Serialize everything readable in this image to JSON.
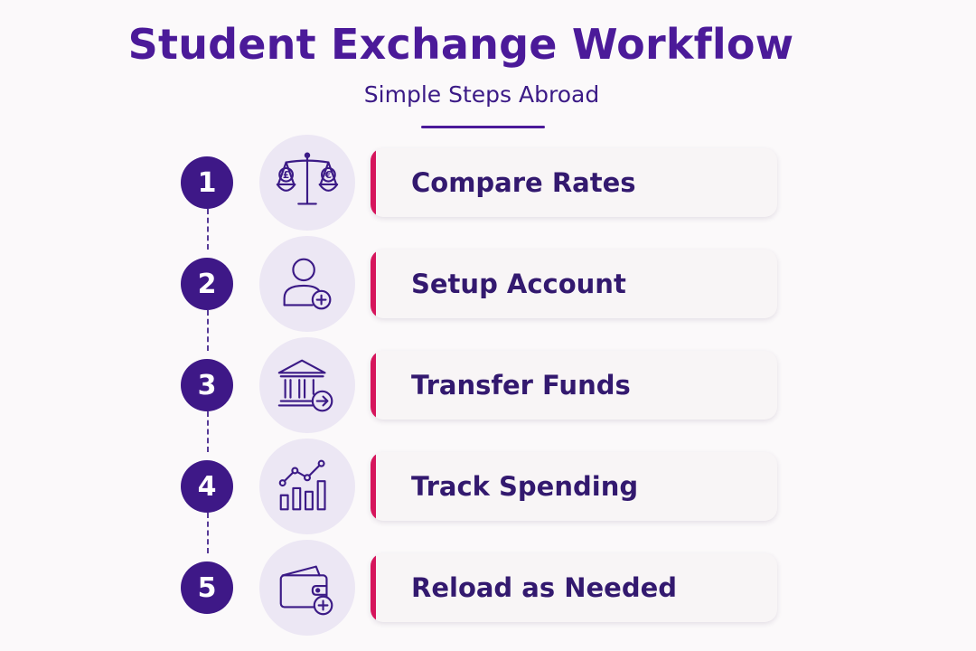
{
  "title": "Student Exchange Workflow",
  "subtitle": "Simple Steps Abroad",
  "colors": {
    "primary": "#3e1887",
    "accent": "#d6155c",
    "icon_bg": "#ece7f4",
    "card_bg": "#f8f5f6"
  },
  "steps": [
    {
      "number": "1",
      "label": "Compare Rates",
      "icon": "balance-scale-currency-icon"
    },
    {
      "number": "2",
      "label": "Setup Account",
      "icon": "user-add-icon"
    },
    {
      "number": "3",
      "label": "Transfer Funds",
      "icon": "bank-transfer-icon"
    },
    {
      "number": "4",
      "label": "Track Spending",
      "icon": "bar-chart-trend-icon"
    },
    {
      "number": "5",
      "label": "Reload as Needed",
      "icon": "wallet-add-icon"
    }
  ]
}
